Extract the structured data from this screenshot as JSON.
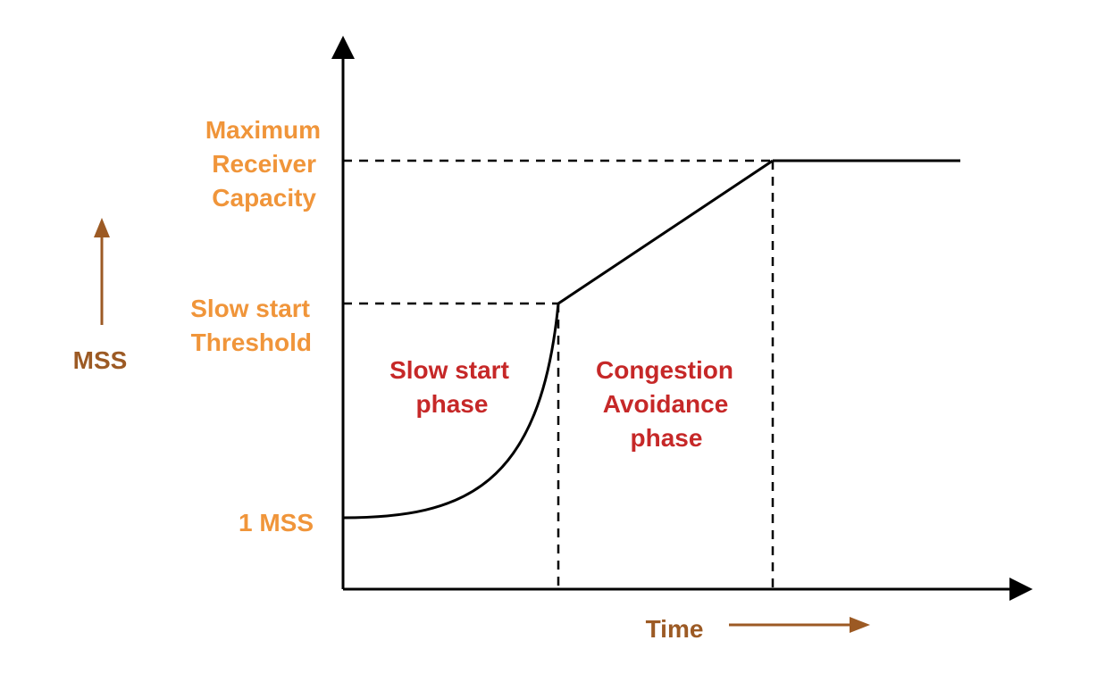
{
  "colors": {
    "axis": "#000000",
    "level_label": "#f0953a",
    "phase_label": "#c62828",
    "axis_title": "#9c5a24"
  },
  "levels": {
    "max_receiver": [
      "Maximum",
      "Receiver",
      "Capacity"
    ],
    "threshold": [
      "Slow start",
      "Threshold"
    ],
    "one_mss": "1 MSS"
  },
  "phases": {
    "slow_start": [
      "Slow start",
      "phase"
    ],
    "congestion_avoidance": [
      "Congestion",
      "Avoidance",
      "phase"
    ]
  },
  "axis_titles": {
    "y": "MSS",
    "x": "Time"
  }
}
